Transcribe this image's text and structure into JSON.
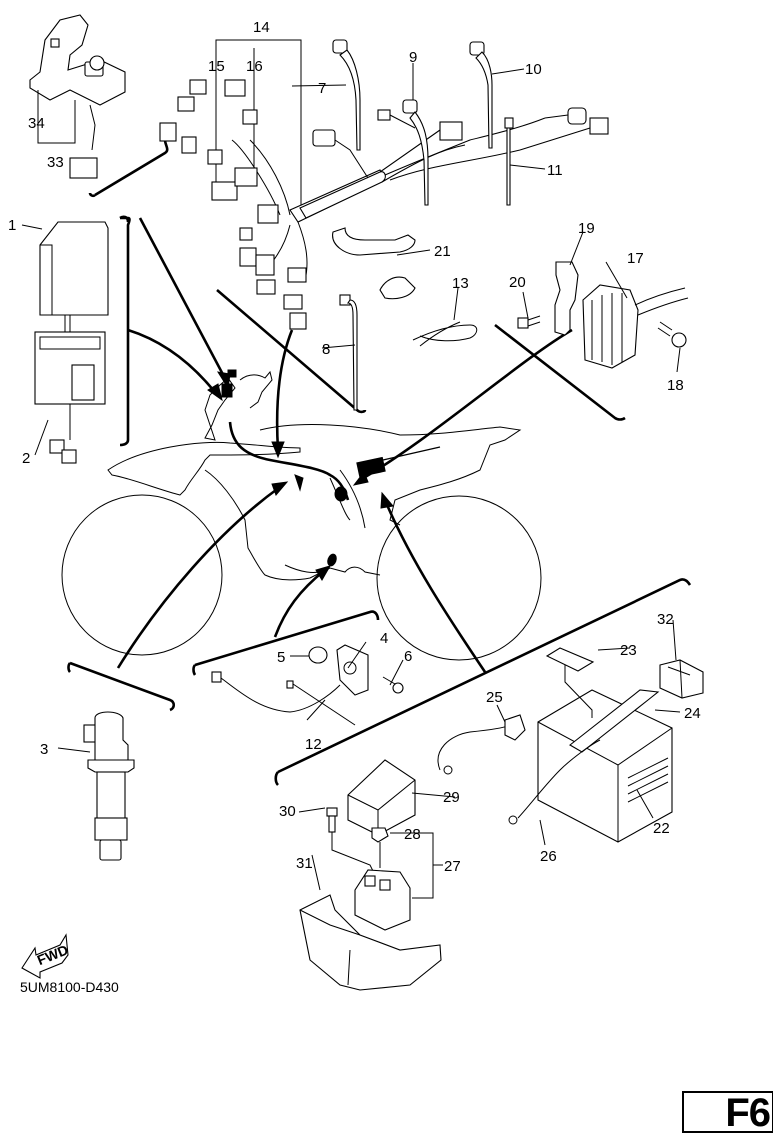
{
  "diagram": {
    "title": "Electrical parts exploded view",
    "drawing_code": "5UM8100-D430",
    "page_tag": "F6",
    "direction_indicator": "FWD",
    "callouts": [
      {
        "id": "1",
        "label": "1"
      },
      {
        "id": "2",
        "label": "2"
      },
      {
        "id": "3",
        "label": "3"
      },
      {
        "id": "4",
        "label": "4"
      },
      {
        "id": "5",
        "label": "5"
      },
      {
        "id": "6",
        "label": "6"
      },
      {
        "id": "7",
        "label": "7"
      },
      {
        "id": "8",
        "label": "8"
      },
      {
        "id": "9",
        "label": "9"
      },
      {
        "id": "10",
        "label": "10"
      },
      {
        "id": "11",
        "label": "11"
      },
      {
        "id": "12",
        "label": "12"
      },
      {
        "id": "13",
        "label": "13"
      },
      {
        "id": "14",
        "label": "14"
      },
      {
        "id": "15",
        "label": "15"
      },
      {
        "id": "16",
        "label": "16"
      },
      {
        "id": "17",
        "label": "17"
      },
      {
        "id": "18",
        "label": "18"
      },
      {
        "id": "19",
        "label": "19"
      },
      {
        "id": "20",
        "label": "20"
      },
      {
        "id": "21",
        "label": "21"
      },
      {
        "id": "22",
        "label": "22"
      },
      {
        "id": "23",
        "label": "23"
      },
      {
        "id": "24",
        "label": "24"
      },
      {
        "id": "25",
        "label": "25"
      },
      {
        "id": "26",
        "label": "26"
      },
      {
        "id": "27",
        "label": "27"
      },
      {
        "id": "28",
        "label": "28"
      },
      {
        "id": "29",
        "label": "29"
      },
      {
        "id": "30",
        "label": "30"
      },
      {
        "id": "31",
        "label": "31"
      },
      {
        "id": "32",
        "label": "32"
      },
      {
        "id": "33",
        "label": "33"
      },
      {
        "id": "34",
        "label": "34"
      }
    ]
  }
}
